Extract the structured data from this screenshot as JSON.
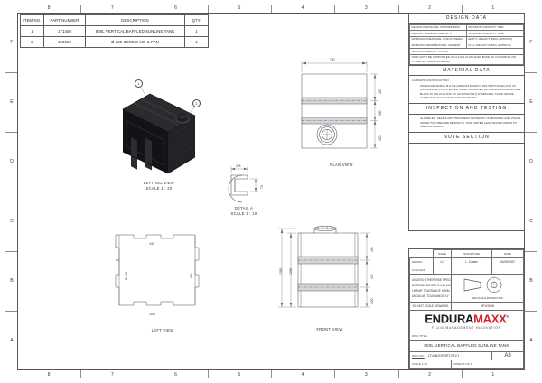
{
  "sheet": {
    "zones_top": [
      "8",
      "7",
      "6",
      "5",
      "4",
      "3",
      "2",
      "1"
    ],
    "zones_bottom": [
      "8",
      "7",
      "6",
      "5",
      "4",
      "3",
      "2",
      "1"
    ],
    "zones_left": [
      "F",
      "E",
      "D",
      "C",
      "B",
      "A"
    ],
    "zones_right": [
      "F",
      "E",
      "D",
      "C",
      "B",
      "A"
    ]
  },
  "bom": {
    "headers": [
      "ITEM NO.",
      "PART NUMBER",
      "DESCRIPTION",
      "QTY."
    ],
    "rows": [
      {
        "item": "1",
        "part_number": "171408",
        "description": "800L VERTICAL BAFFLED SUNLINE TANK",
        "qty": "1"
      },
      {
        "item": "2",
        "part_number": "150022",
        "description": "Ø 225 SCREW LID & PAN",
        "qty": "1"
      }
    ]
  },
  "design_data": {
    "title": "DESIGN DATA",
    "rows": [
      [
        "DESIGN PRESSURE: ATMOSPHERIC",
        "MAXIMUM CAPACITY: 800L"
      ],
      [
        "DESIGN TEMPERATURE: 40°C",
        "WORKING CAPACITY: 800L"
      ],
      [
        "WORKING PRESSURE: ATMOSPHERIC",
        "EMPTY WEIGHT: 46KG (APPROX)"
      ],
      [
        "WORKING TEMPERATURE: AMBIENT",
        "FULL WEIGHT: 846KG (APPROX)"
      ],
      [
        "SPECIFIC GRAVITY: 1.0 S.G"
      ],
      [
        "TANK MUST BE SUPPORTED ON A FULL FLAT LEVEL BASE OF CONCRETE OR OTHER SUITABLE MATERIAL."
      ]
    ]
  },
  "material_data": {
    "title": "MATERIAL DATA",
    "lead": "LAMINATE CONSTRUCTION:",
    "body": "WATER RETAINING M.D.P.E (MEDIUM DENSITY POLYETHYLENE) AND UV (ULTRAVIOLET) PROTECTED INNER SURFACES. EXTERNAL SURFACES ARE BLACK IN COLOUR AND UV (ULTRAVIOLET) STABILISED. FOOD GRADE COMPLIANT TO WRAS/EN 1186 STANDARD."
  },
  "inspection": {
    "title": "INSPECTION AND TESTING",
    "body": "ALL WELDS, SEAMS AND THICKNESS TESTED BY ULTRASONIC AND VISUAL INSPECTION BEFORE DESPATCH. TANK WATER LEAK TESTED PRIOR TO LEAVING WORKS."
  },
  "note_section": {
    "title": "NOTE SECTION"
  },
  "title_block": {
    "col_headers": [
      "",
      "NAME",
      "SIGNATURE",
      "DATE"
    ],
    "drawn_label": "DRAWN",
    "drawn_name": "LC",
    "drawn_signature": "L. Coates",
    "drawn_date": "04/05/2022",
    "checked_label": "CHECKED",
    "checked_name": "",
    "checked_signature": "",
    "checked_date": "",
    "tolerance_note": "UNLESS OTHERWISE SPECIFIED\nDIMENSIONS ARE IN MILLIMETRES\nLINEAR TOLERANCE ±5MM\nANGULAR TOLERANCE ±1°",
    "projection_caption": "3RD ANGLE PROJECTION",
    "finish_label": "DO NOT SCALE DRAWING",
    "revision_label": "REVISION",
    "revision_value": "",
    "logo": {
      "dark": "ENDURA",
      "red": "MAXX",
      "tm": "®",
      "tagline": "FLUID MANAGEMENT INNOVATION"
    },
    "title_label": "DWG TITLE:",
    "title_value": "800L VERTICAL BAFFLED SUNLINE TANK",
    "dwgno_label": "DWG NO:",
    "dwgno_value": "171408-EXPORT-REV-1",
    "size_label": "A3",
    "scale_label": "SCALE 1:20",
    "sheet_label": "SHEET 1 OF 1"
  },
  "views": {
    "iso": {
      "label": "LEFT ISO VIEW",
      "scale": "SCALE 1 : 20",
      "balloons": [
        "1",
        "2"
      ]
    },
    "plan": {
      "label": "PLAN VIEW",
      "dim_width": "700",
      "dim_a": "420",
      "dim_b": "300",
      "dim_c": "420"
    },
    "detail": {
      "label": "DETAIL A",
      "scale": "SCALE 1 : 10",
      "dim_top": "225",
      "dim_side": "70"
    },
    "left": {
      "label": "LEFT VIEW",
      "dim_width": "1100",
      "dim_inner": "440",
      "dim_dia": "Ø 130",
      "dim_right": "600"
    },
    "front": {
      "label": "FRONT VIEW",
      "dim_total": "1350",
      "dim_body": "1280",
      "dim_a": "420",
      "dim_b": "440",
      "dim_c": "420"
    }
  }
}
